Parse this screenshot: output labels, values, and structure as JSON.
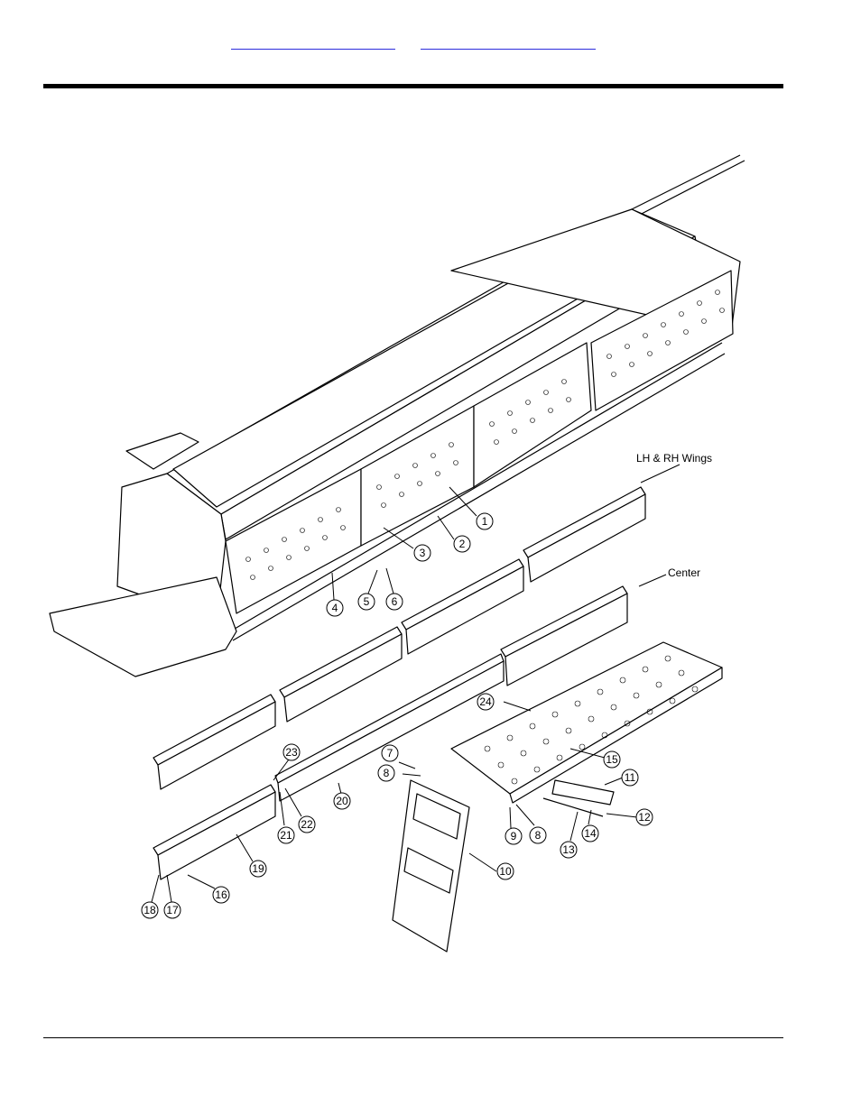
{
  "header": {
    "links": [
      {
        "text": ""
      },
      {
        "text": ""
      }
    ]
  },
  "figure": {
    "labels": {
      "wings": "LH & RH Wings",
      "center": "Center"
    },
    "callouts": [
      "1",
      "2",
      "3",
      "4",
      "5",
      "6",
      "7",
      "8",
      "8",
      "9",
      "10",
      "11",
      "12",
      "13",
      "14",
      "15",
      "16",
      "17",
      "18",
      "19",
      "20",
      "21",
      "22",
      "23",
      "24"
    ]
  }
}
